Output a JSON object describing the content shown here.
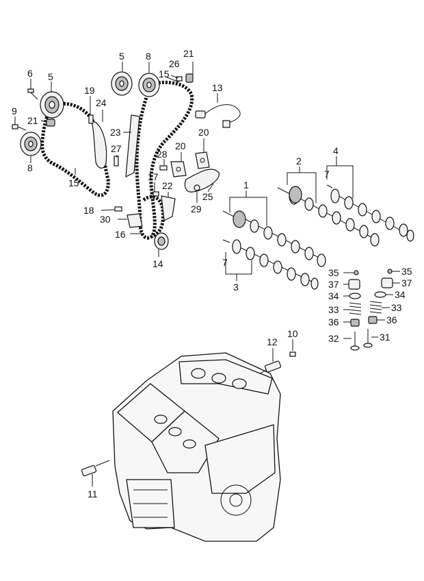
{
  "diagram": {
    "callouts": {
      "c1": "1",
      "c2": "2",
      "c3": "3",
      "c4": "4",
      "c5a": "5",
      "c5b": "5",
      "c6": "6",
      "c7a": "7",
      "c7b": "7",
      "c8a": "8",
      "c8b": "8",
      "c9": "9",
      "c10": "10",
      "c11": "11",
      "c12": "12",
      "c13": "13",
      "c14": "14",
      "c15a": "15",
      "c15b": "15",
      "c16": "16",
      "c17": "17",
      "c18": "18",
      "c19": "19",
      "c20a": "20",
      "c20b": "20",
      "c21a": "21",
      "c21b": "21",
      "c22": "22",
      "c23": "23",
      "c24": "24",
      "c25": "25",
      "c26": "26",
      "c27": "27",
      "c28": "28",
      "c29": "29",
      "c30": "30",
      "c31": "31",
      "c32": "32",
      "c33a": "33",
      "c33b": "33",
      "c34a": "34",
      "c34b": "34",
      "c35a": "35",
      "c35b": "35",
      "c36a": "36",
      "c36b": "36",
      "c37a": "37",
      "c37b": "37"
    }
  }
}
